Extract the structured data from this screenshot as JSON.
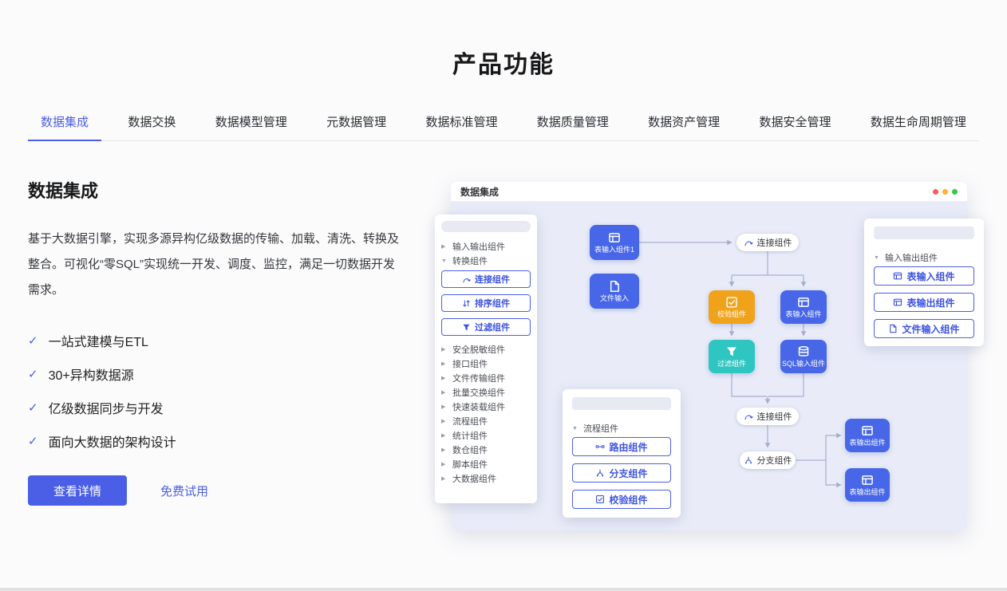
{
  "colors": {
    "primary": "#4a5fe5",
    "node_blue": "#4766e8",
    "node_orange": "#f1a21b",
    "node_teal": "#2fc5c0",
    "canvas_bg": "#e9ecf8"
  },
  "icons": {
    "caret_collapsed": "▶",
    "caret_expanded": "▼",
    "check": "✓"
  },
  "page": {
    "title": "产品功能"
  },
  "tabs": {
    "items": [
      {
        "label": "数据集成",
        "active": true
      },
      {
        "label": "数据交换",
        "active": false
      },
      {
        "label": "数据模型管理",
        "active": false
      },
      {
        "label": "元数据管理",
        "active": false
      },
      {
        "label": "数据标准管理",
        "active": false
      },
      {
        "label": "数据质量管理",
        "active": false
      },
      {
        "label": "数据资产管理",
        "active": false
      },
      {
        "label": "数据安全管理",
        "active": false
      },
      {
        "label": "数据生命周期管理",
        "active": false
      }
    ]
  },
  "intro": {
    "heading": "数据集成",
    "description": "基于大数据引擎，实现多源异构亿级数据的传输、加载、清洗、转换及整合。可视化“零SQL”实现统一开发、调度、监控，满足一切数据开发需求。",
    "features": [
      "一站式建模与ETL",
      "30+异构数据源",
      "亿级数据同步与开发",
      "面向大数据的架构设计"
    ],
    "detail_button": "查看详情",
    "trial_link": "免费试用"
  },
  "designer": {
    "window_title": "数据集成",
    "tree": {
      "rows": [
        {
          "label": "输入输出组件",
          "expanded": false
        },
        {
          "label": "转换组件",
          "expanded": true
        },
        {
          "label": "安全脱敏组件",
          "expanded": false
        },
        {
          "label": "接口组件",
          "expanded": false
        },
        {
          "label": "文件传输组件",
          "expanded": false
        },
        {
          "label": "批量交换组件",
          "expanded": false
        },
        {
          "label": "快速装载组件",
          "expanded": false
        },
        {
          "label": "流程组件",
          "expanded": false
        },
        {
          "label": "统计组件",
          "expanded": false
        },
        {
          "label": "数仓组件",
          "expanded": false
        },
        {
          "label": "脚本组件",
          "expanded": false
        },
        {
          "label": "大数据组件",
          "expanded": false
        }
      ],
      "transform_buttons": [
        "连接组件",
        "排序组件",
        "过滤组件"
      ]
    },
    "process_panel": {
      "group": "流程组件",
      "buttons": [
        "路由组件",
        "分支组件",
        "校验组件"
      ]
    },
    "io_panel": {
      "group": "输入输出组件",
      "buttons": [
        "表输入组件",
        "表输出组件",
        "文件输入组件"
      ]
    },
    "flow_nodes": {
      "table_input_1": "表输入组件1",
      "join_top": "连接组件",
      "file_input": "文件输入",
      "validate": "校验组件",
      "table_input": "表输入组件",
      "filter": "过滤组件",
      "sql_input": "SQL输入组件",
      "join_bottom": "连接组件",
      "branch": "分支组件",
      "table_output_top": "表输出组件",
      "table_output_bottom": "表输出组件"
    }
  }
}
